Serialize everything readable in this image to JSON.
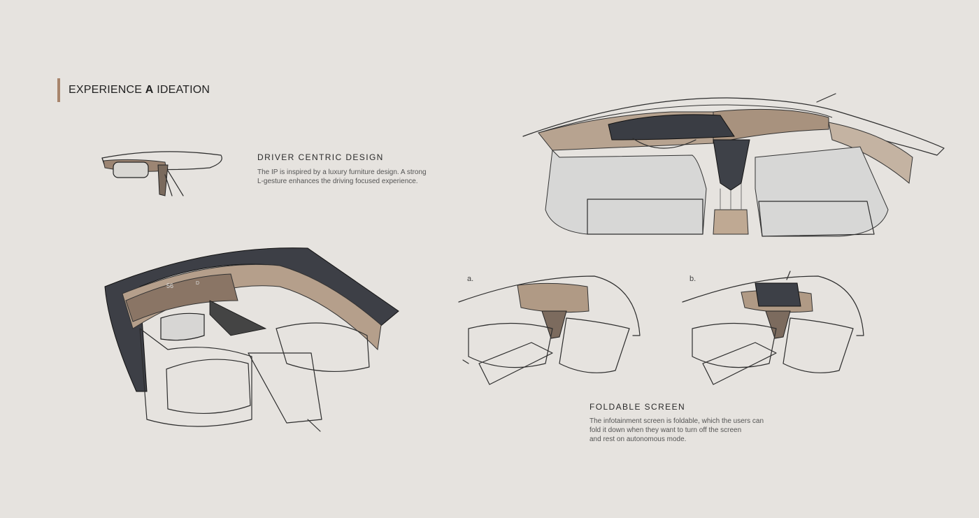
{
  "header": {
    "title_prefix": "EXPERIENCE ",
    "title_bold": "A",
    "title_suffix": " IDEATION"
  },
  "driver_centric": {
    "heading": "DRIVER CENTRIC DESIGN",
    "body": "The IP is inspired by a luxury furniture design. A strong\nL-gesture enhances the driving focused experience."
  },
  "foldable": {
    "label_a": "a.",
    "label_b": "b.",
    "heading": "FOLDABLE SCREEN",
    "body": "The infotainment screen is foldable, which the users can\nfold it down when they want to turn off the screen\nand rest on autonomous mode."
  },
  "dash_display": {
    "speed": "56",
    "gear": "D"
  },
  "colors": {
    "background": "#e6e3df",
    "accent_bar": "#a8856c",
    "wood": "#b09a85",
    "dark_panel": "#3a3d44",
    "seat_grey": "#cfcfcf"
  }
}
